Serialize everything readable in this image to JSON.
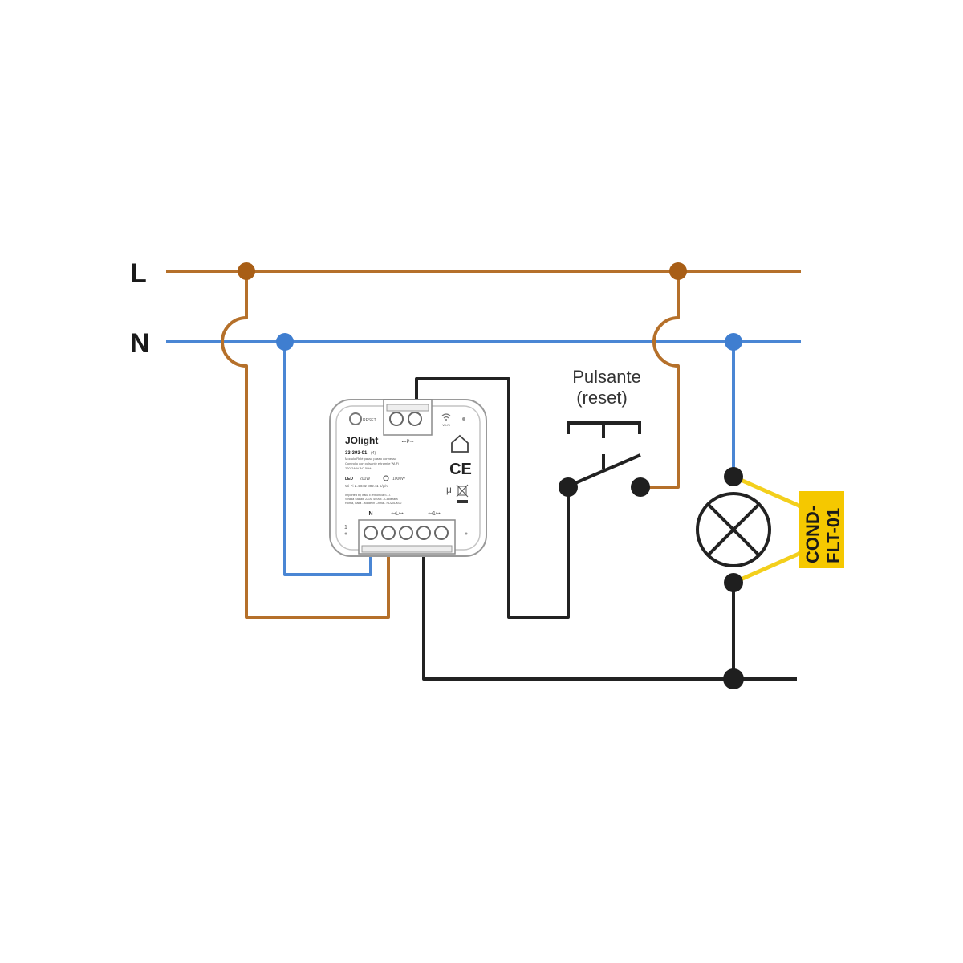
{
  "diagram": {
    "type": "wiring-diagram",
    "colors": {
      "live": "#b5702a",
      "neutral": "#4a86d4",
      "load": "#222222",
      "condenser_tag": "#f5c800",
      "condenser_wire": "#f3cf1c"
    },
    "lines": {
      "live_label": "L",
      "neutral_label": "N"
    },
    "pushbutton": {
      "label_line1": "Pulsante",
      "label_line2": "(reset)"
    },
    "condenser": {
      "label_line1": "COND-",
      "label_line2": "FLT-01"
    },
    "module": {
      "reset_label": "RESET",
      "wifi_label": "Wi-Fi",
      "brand": "JOlight",
      "model": "33-393-01",
      "model_suffix": "(4)",
      "desc_line1": "Modulo Relè passo passo connesso",
      "desc_line2": "Controllo con pulsante e tramite Wi-Fi",
      "desc_line3": "220-240V AC 50Hz",
      "led_label": "LED",
      "led_max": "200W",
      "incand_max": "1000W",
      "wifi_spec": "Wi-Fi 2.4GHz 802.11 b/g/n",
      "importer_line1": "Imported by Italia Elettronica S.r.l.",
      "importer_line2": "Strada Statale 22/A, 40064 - Calderara",
      "importer_line3": "Roma, Italia - Made in China - PD20DK02",
      "ce_mark": "CE",
      "mu_mark": "μ",
      "top_terminal_label": "⊷P⊸",
      "terminal_n": "N",
      "terminal_l": "↤L↦",
      "terminal_1": "↤1↦",
      "side_num": "1"
    }
  }
}
